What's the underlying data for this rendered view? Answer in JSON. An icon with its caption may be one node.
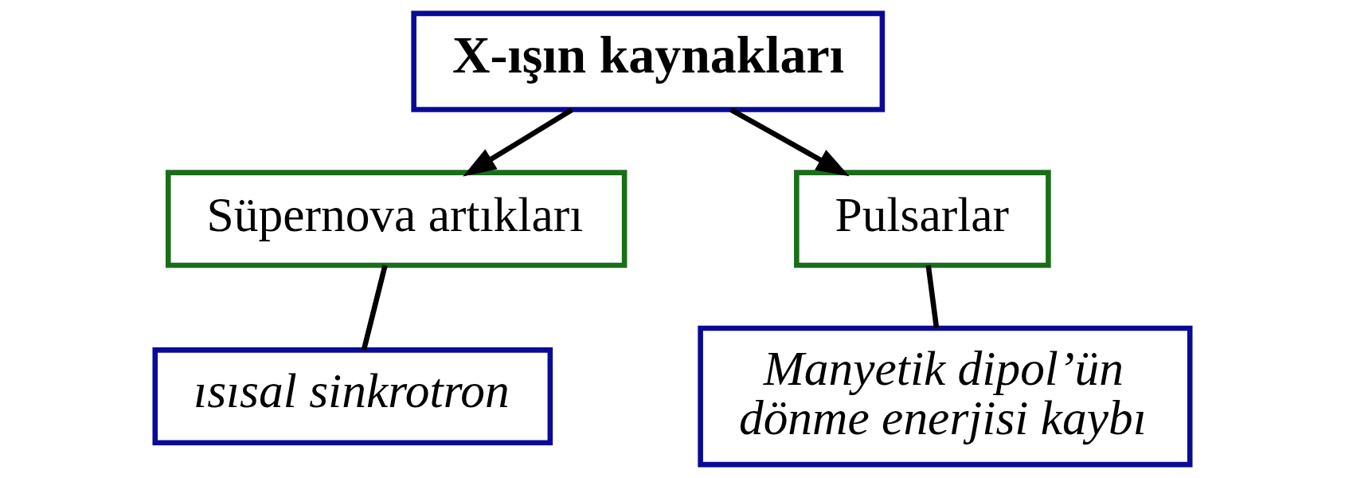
{
  "diagram": {
    "nodes": [
      {
        "text": [
          "X-ışın kaynakları"
        ]
      },
      {
        "text": [
          "Süpernova artıkları"
        ]
      },
      {
        "text": [
          "Pulsarlar"
        ]
      },
      {
        "text": [
          "ısısal sinkrotron"
        ]
      },
      {
        "text": [
          "Manyetik dipol’ün dönme enerjisi kaybı"
        ]
      }
    ],
    "edges": [
      {
        "from": 0,
        "to": 1,
        "arrow": "to"
      },
      {
        "from": 0,
        "to": 2,
        "arrow": "to"
      },
      {
        "from": 1,
        "to": 3,
        "arrow": "none"
      },
      {
        "from": 2,
        "to": 4,
        "arrow": "none"
      }
    ]
  }
}
